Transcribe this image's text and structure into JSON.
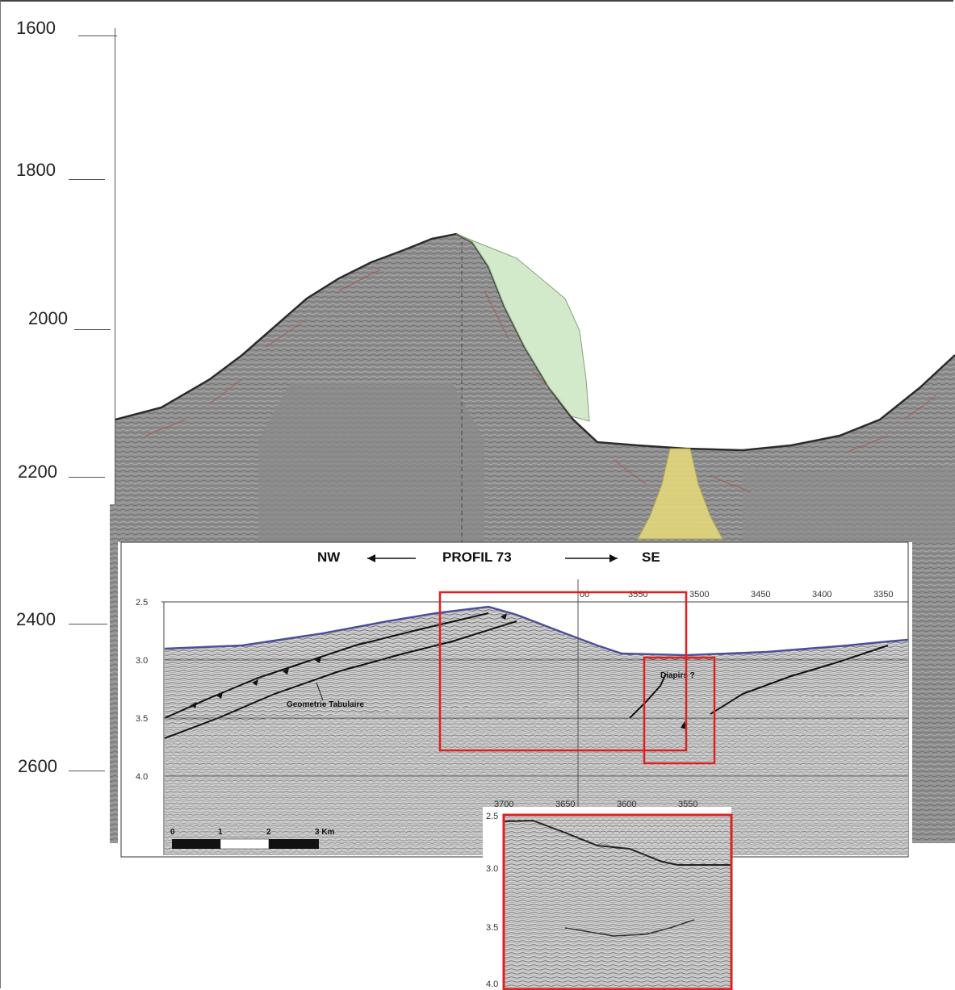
{
  "depth_axis": {
    "labels": [
      "1600",
      "1800",
      "2000",
      "2200",
      "2400",
      "2600"
    ]
  },
  "profile": {
    "left_direction": "NW",
    "title": "PROFIL 73",
    "right_direction": "SE",
    "top_ticks": [
      "00",
      "3550",
      "3500",
      "3450",
      "3400",
      "3350"
    ],
    "twt_ticks": [
      "2.5",
      "3.0",
      "3.5",
      "4.0"
    ],
    "annotation_geometry": "Geometrie Tabulaire",
    "annotation_diapir": "Diapirs ?",
    "scale_bar": [
      "0",
      "1",
      "2",
      "3 Km"
    ]
  },
  "inset": {
    "top_ticks": [
      "3700",
      "3650",
      "3600",
      "3550"
    ],
    "twt_ticks": [
      "2.5",
      "3.0",
      "3.5",
      "4.0"
    ]
  },
  "colors": {
    "seismic_grey": "#8e8e8e",
    "green_body": "#cfe8c6",
    "yellow_body": "#e3d77a",
    "highlight_box": "#e0201f",
    "seafloor_line": "#4b4f9a"
  }
}
